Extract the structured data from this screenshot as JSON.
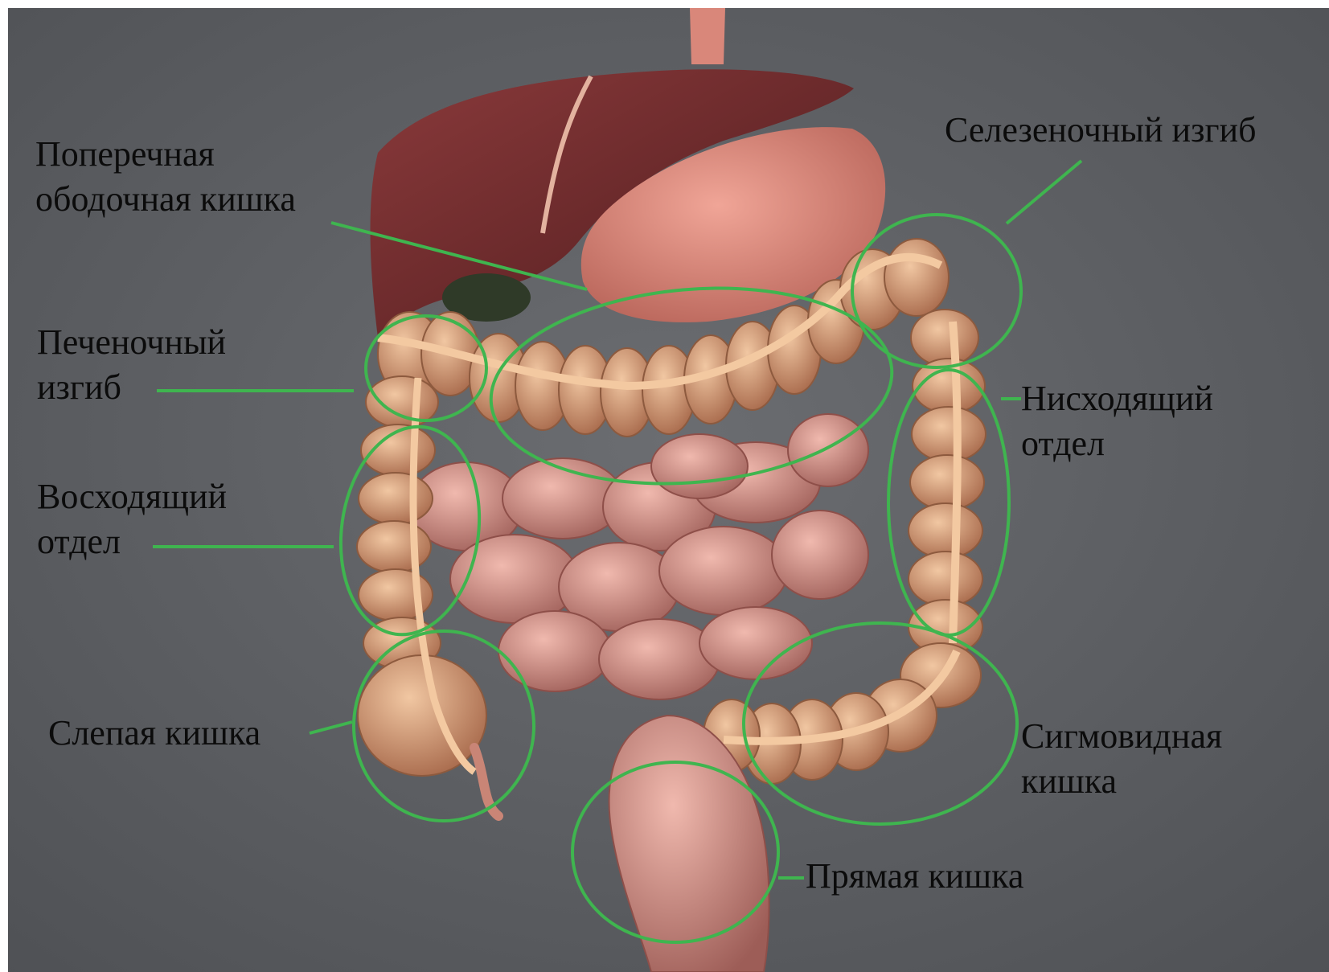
{
  "colors": {
    "background": "#5e6064",
    "marker": "#3fb54f",
    "label_text": "#0b0b0b",
    "liver": "#6e2a2c",
    "stomach": "#d9867a",
    "colon": "#d7a37f",
    "small_intestine": "#c98a80"
  },
  "labels": {
    "transverse_colon": [
      "Поперечная",
      "ободочная кишка"
    ],
    "splenic_flexure": [
      "Селезеночный изгиб"
    ],
    "hepatic_flexure": [
      "Печеночный",
      "изгиб"
    ],
    "descending_colon": [
      "Нисходящий",
      "отдел"
    ],
    "ascending_colon": [
      "Восходящий",
      "отдел"
    ],
    "cecum": [
      "Слепая кишка"
    ],
    "sigmoid_colon": [
      "Сигмовидная",
      "кишка"
    ],
    "rectum": [
      "Прямая кишка"
    ]
  }
}
